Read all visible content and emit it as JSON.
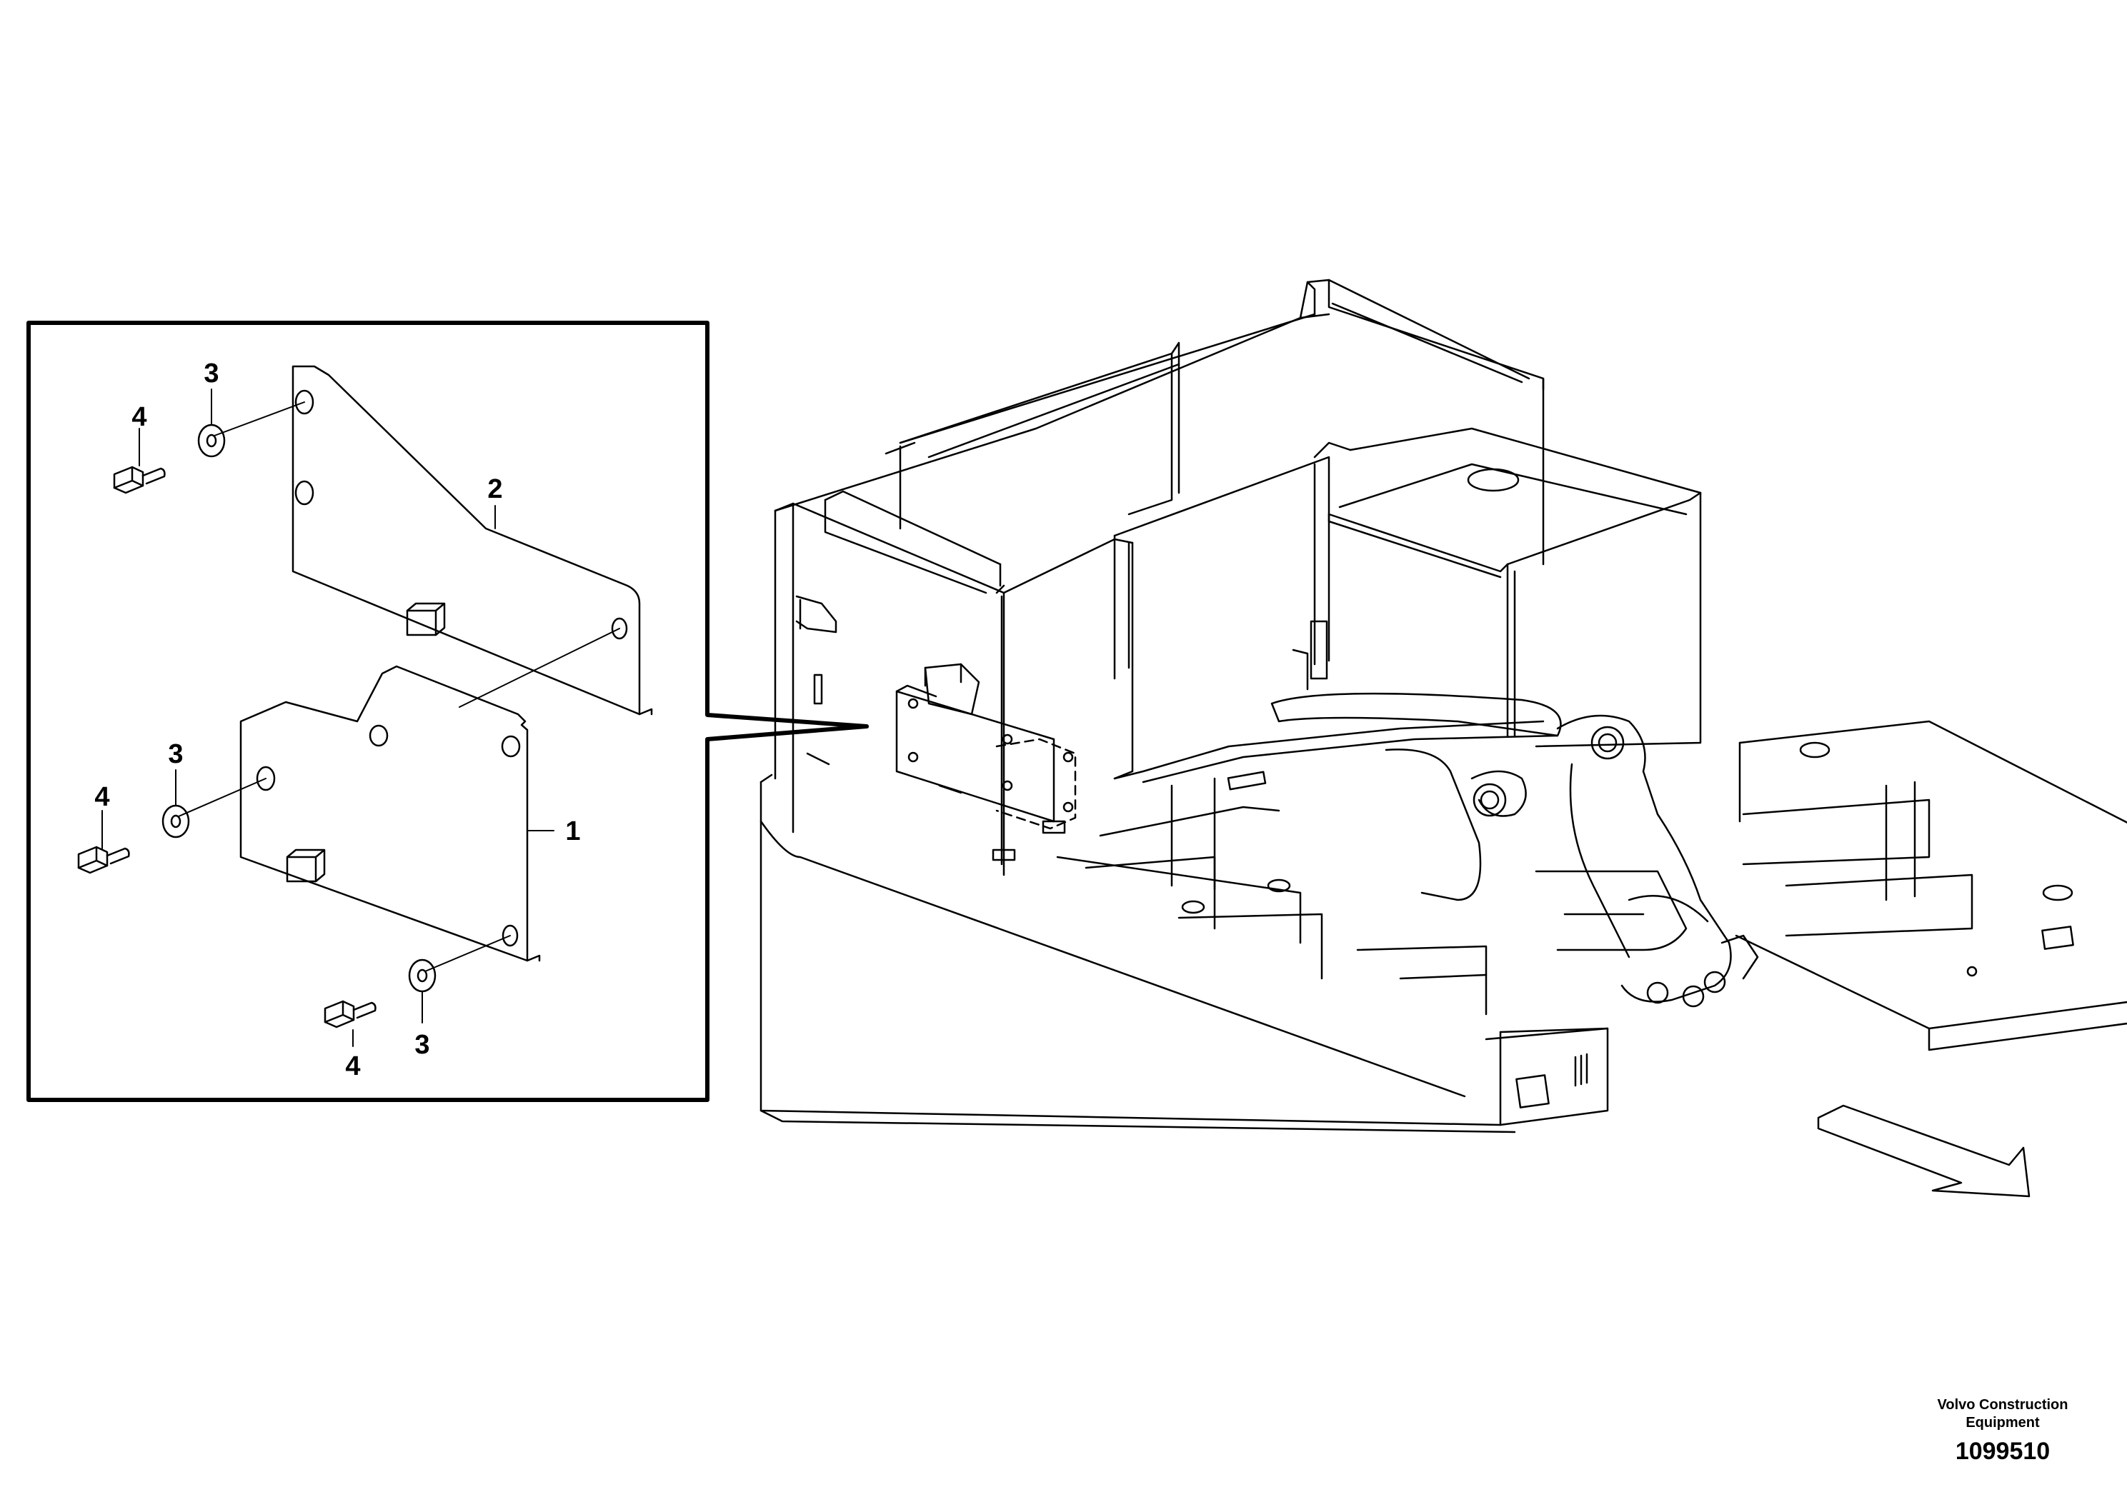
{
  "callouts": {
    "c1": "1",
    "c2": "2",
    "c3a": "3",
    "c3b": "3",
    "c3c": "3",
    "c4a": "4",
    "c4b": "4",
    "c4c": "4"
  },
  "footer": {
    "company_line1": "Volvo Construction",
    "company_line2": "Equipment",
    "drawing_number": "1099510"
  },
  "colors": {
    "line": "#000000",
    "background": "#ffffff"
  }
}
